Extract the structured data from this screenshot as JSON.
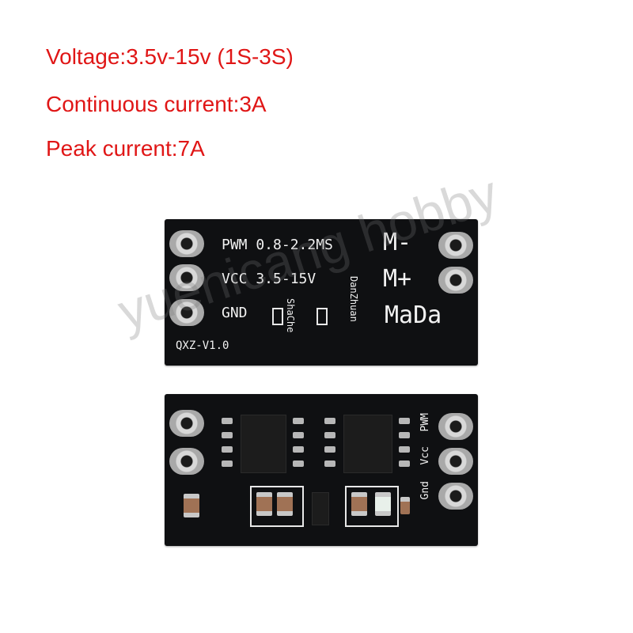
{
  "specs": {
    "voltage": "Voltage:3.5v-15v (1S-3S)",
    "continuous": "Continuous current:3A",
    "peak": "Peak current:7A"
  },
  "top_board": {
    "pwm_label": "PWM 0.8-2.2MS",
    "vcc_label": "VCC 3.5-15V",
    "gnd_label": "GND",
    "m_minus": "M-",
    "m_plus": "M+",
    "mada": "MaDa",
    "shache": "ShaChe",
    "danzhuan": "DanZhuan",
    "version": "QXZ-V1.0"
  },
  "bottom_board": {
    "pwm": "PWM",
    "vcc": "Vcc",
    "gnd": "Gnd"
  },
  "watermark": "yuenicang hobby",
  "colors": {
    "spec_text": "#e01616",
    "pcb": "#0f1012",
    "silkscreen": "#f2f2f2"
  }
}
